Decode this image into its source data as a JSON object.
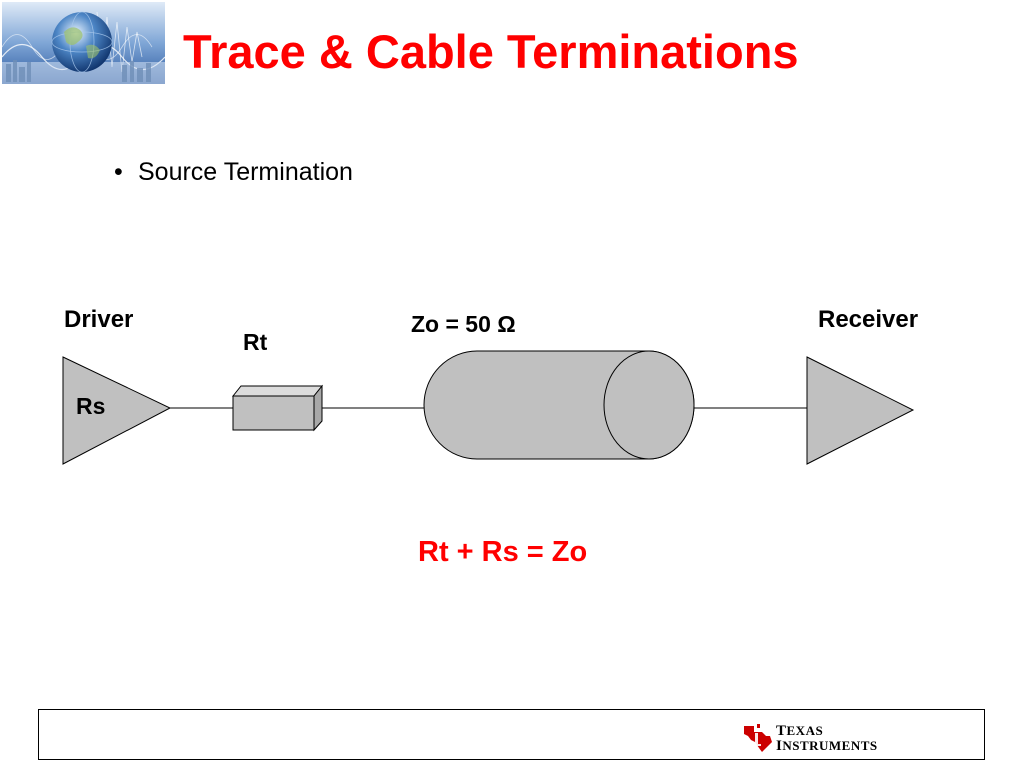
{
  "slide": {
    "title": "Trace & Cable Terminations",
    "bullet_marker": "•",
    "bullet": "Source Termination",
    "equation": "Rt + Rs = Zo"
  },
  "diagram": {
    "driver_label": "Driver",
    "rs_label": "Rs",
    "rt_label": "Rt",
    "cable_label": "Zo = 50 Ω",
    "receiver_label": "Receiver"
  },
  "footer": {
    "brand_line1_initial": "T",
    "brand_line1_rest": "EXAS",
    "brand_line2_initial": "I",
    "brand_line2_rest": "NSTRUMENTS"
  },
  "colors": {
    "title": "#ff0000",
    "equation": "#ff0000",
    "shape_fill": "#c0c0c0",
    "ti_red": "#cc0000"
  }
}
